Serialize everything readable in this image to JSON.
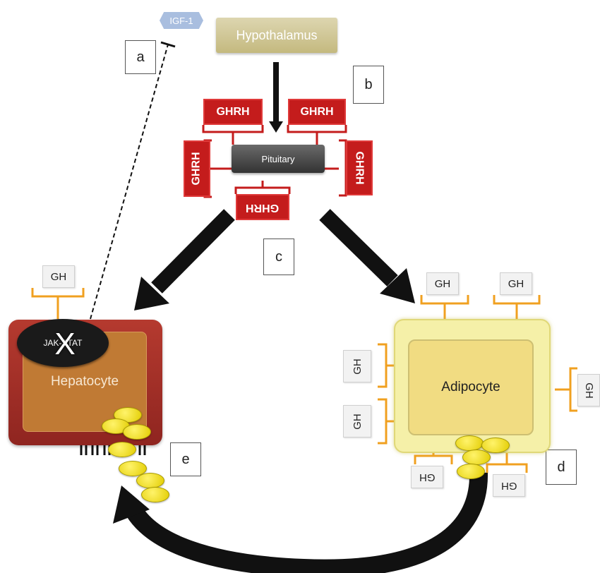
{
  "labels": {
    "a": "a",
    "b": "b",
    "c": "c",
    "d": "d",
    "e": "e"
  },
  "nodes": {
    "igf1": "IGF-1",
    "hypothalamus": "Hypothalamus",
    "pituitary": "Pituitary",
    "hepatocyte": "Hepatocyte",
    "adipocyte": "Adipocyte",
    "jak_stat": "JAK-STAT",
    "blocked_mark": "X"
  },
  "hormones": {
    "ghrh": [
      "GHRH",
      "GHRH",
      "GHRH",
      "GHRH",
      "GHRH"
    ],
    "gh_hepatocyte": [
      "GH"
    ],
    "gh_adipocyte": [
      "GH",
      "GH",
      "GH",
      "GH",
      "GH",
      "GH",
      "GH"
    ]
  },
  "colors": {
    "ghrh_red": "#c41c1c",
    "bracket_orange": "#f0a020",
    "hepatocyte_red": "#b53a2f",
    "adipocyte_yellow": "#f5f0a8",
    "granule_yellow": "#f2e020",
    "arrow_black": "#111111"
  }
}
